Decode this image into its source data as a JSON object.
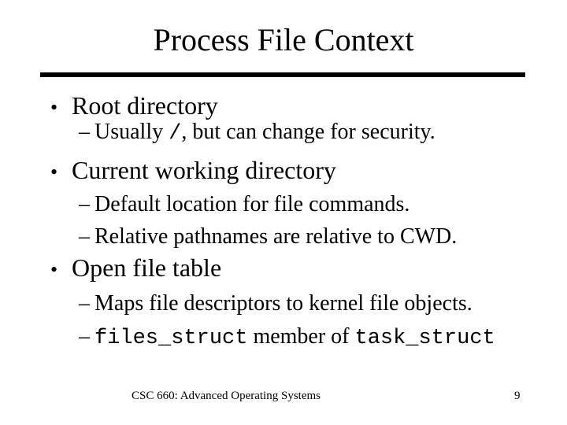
{
  "slide": {
    "title": "Process File Context",
    "bullet_glyph": "•",
    "dash_glyph": "–",
    "lines": [
      {
        "kind": "bullet",
        "runs": [
          {
            "text": "Root directory",
            "mono": false
          }
        ]
      },
      {
        "kind": "sub",
        "runs": [
          {
            "text": "Usually ",
            "mono": false
          },
          {
            "text": "/",
            "mono": true
          },
          {
            "text": ", but can change for security.",
            "mono": false
          }
        ]
      },
      {
        "kind": "bullet",
        "runs": [
          {
            "text": "Current working directory",
            "mono": false
          }
        ]
      },
      {
        "kind": "sub",
        "runs": [
          {
            "text": "Default location for file commands.",
            "mono": false
          }
        ]
      },
      {
        "kind": "sub",
        "runs": [
          {
            "text": "Relative pathnames are relative to CWD.",
            "mono": false
          }
        ]
      },
      {
        "kind": "bullet",
        "runs": [
          {
            "text": "Open file table",
            "mono": false
          }
        ]
      },
      {
        "kind": "sub",
        "runs": [
          {
            "text": "Maps file descriptors to kernel file objects.",
            "mono": false
          }
        ]
      },
      {
        "kind": "sub",
        "runs": [
          {
            "text": "files_struct",
            "mono": true
          },
          {
            "text": " member of ",
            "mono": false
          },
          {
            "text": "task_struct",
            "mono": true
          }
        ]
      }
    ],
    "footer": "CSC 660: Advanced Operating Systems",
    "page_number": "9",
    "colors": {
      "background": "#ffffff",
      "text": "#000000",
      "rule": "#000000"
    }
  }
}
